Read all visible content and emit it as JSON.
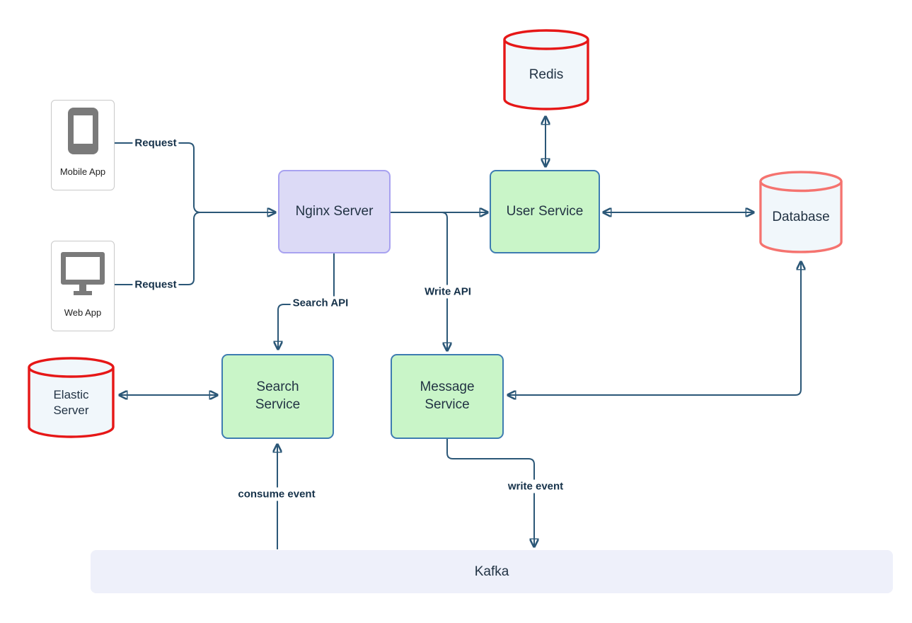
{
  "nodes": {
    "mobile": {
      "label": "Mobile App",
      "type": "card",
      "icon": "smartphone-icon"
    },
    "web": {
      "label": "Web App",
      "type": "card",
      "icon": "monitor-icon"
    },
    "nginx": {
      "label": "Nginx Server",
      "type": "box"
    },
    "user": {
      "label": "User Service",
      "type": "box"
    },
    "redis": {
      "label": "Redis",
      "type": "cylinder"
    },
    "database": {
      "label": "Database",
      "type": "cylinder"
    },
    "elastic": {
      "label": "Elastic Server",
      "type": "cylinder"
    },
    "search": {
      "label": "Search Service",
      "type": "box"
    },
    "message": {
      "label": "Message Service",
      "type": "box"
    },
    "kafka": {
      "label": "Kafka",
      "type": "bar"
    }
  },
  "edge_labels": {
    "request_mobile": "Request",
    "request_web": "Request",
    "search_api": "Search API",
    "write_api": "Write API",
    "consume_event": "consume event",
    "write_event": "write event"
  },
  "edges": [
    {
      "from": "Mobile App",
      "to": "Nginx Server",
      "label": "Request",
      "direction": "one-way"
    },
    {
      "from": "Web App",
      "to": "Nginx Server",
      "label": "Request",
      "direction": "one-way"
    },
    {
      "from": "Nginx Server",
      "to": "User Service",
      "label": "",
      "direction": "one-way"
    },
    {
      "from": "Nginx Server",
      "to": "Search Service",
      "label": "Search API",
      "direction": "one-way"
    },
    {
      "from": "Nginx Server",
      "to": "Message Service",
      "label": "Write API",
      "direction": "one-way"
    },
    {
      "from": "Redis",
      "to": "User Service",
      "label": "",
      "direction": "two-way"
    },
    {
      "from": "User Service",
      "to": "Database",
      "label": "",
      "direction": "two-way"
    },
    {
      "from": "Elastic Server",
      "to": "Search Service",
      "label": "",
      "direction": "two-way"
    },
    {
      "from": "Database",
      "to": "Message Service",
      "label": "",
      "direction": "two-way"
    },
    {
      "from": "Kafka",
      "to": "Search Service",
      "label": "consume event",
      "direction": "one-way"
    },
    {
      "from": "Message Service",
      "to": "Kafka",
      "label": "write event",
      "direction": "one-way"
    }
  ],
  "colors": {
    "connector": "#2b5777",
    "service_fill": "#c9f5c8",
    "service_border": "#3e7cb1",
    "nginx_fill": "#dcdaf6",
    "nginx_border": "#a8a2f0",
    "kafka_fill": "#eef0fa",
    "kafka_border": "#4a86bd",
    "cylinder_fill": "#f1f7fb",
    "redis_border": "#e61717",
    "database_border": "#f5736f",
    "card_border": "#c9c9c9",
    "icon_gray": "#7a7a7a",
    "node_text": "#223344",
    "edge_text": "#16324a"
  }
}
